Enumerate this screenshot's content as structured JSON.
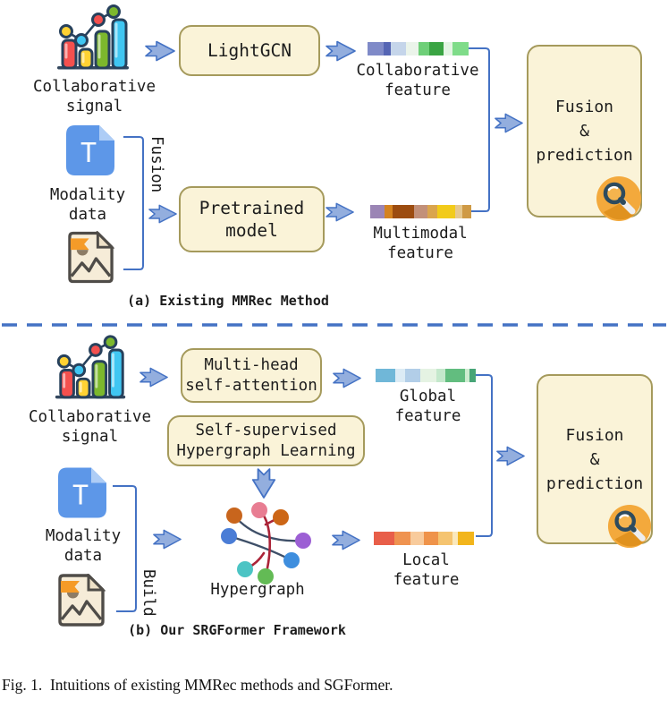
{
  "colors": {
    "box_fill": "#faf3d8",
    "box_border": "#a59a5c",
    "arrow_fill": "#93aede",
    "arrow_stroke": "#4472c4",
    "line_blue": "#4472c4",
    "text": "#1c1c1c"
  },
  "panel_a": {
    "caption": "(a) Existing MMRec Method",
    "collaborative_signal_label": "Collaborative\nsignal",
    "lightgcn_box_label": "LightGCN",
    "collaborative_feature_label": "Collaborative\nfeature",
    "modality_data_label": "Modality\ndata",
    "fusion_bracket_label": "Fusion",
    "pretrained_box_label": "Pretrained\nmodel",
    "multimodal_feature_label": "Multimodal\nfeature",
    "fusion_box_label": "Fusion\n&\nprediction",
    "collaborative_feature_strip": [
      {
        "c": "#7f8ac8",
        "w": 18
      },
      {
        "c": "#5565b4",
        "w": 8
      },
      {
        "c": "#c5d5ea",
        "w": 17
      },
      {
        "c": "#ebf4ea",
        "w": 14
      },
      {
        "c": "#6ecf78",
        "w": 12
      },
      {
        "c": "#3aa443",
        "w": 16
      },
      {
        "c": "#e4f5e4",
        "w": 10
      },
      {
        "c": "#7fdc89",
        "w": 18
      }
    ],
    "multimodal_feature_strip": [
      {
        "c": "#9b85b5",
        "w": 16
      },
      {
        "c": "#d4821f",
        "w": 9
      },
      {
        "c": "#9c4c10",
        "w": 24
      },
      {
        "c": "#c29079",
        "w": 15
      },
      {
        "c": "#daa54e",
        "w": 11
      },
      {
        "c": "#f2cb1a",
        "w": 20
      },
      {
        "c": "#e6c88e",
        "w": 8
      },
      {
        "c": "#cf9a45",
        "w": 10
      }
    ]
  },
  "panel_b": {
    "caption": "(b) Our SRGFormer Framework",
    "collaborative_signal_label": "Collaborative\nsignal",
    "multihead_box_label": "Multi-head\nself-attention",
    "ssl_box_label": "Self-supervised\nHypergraph Learning",
    "global_feature_label": "Global\nfeature",
    "modality_data_label": "Modality\ndata",
    "build_bracket_label": "Build",
    "hypergraph_label": "Hypergraph",
    "local_feature_label": "Local\nfeature",
    "fusion_box_label": "Fusion\n&\nprediction",
    "global_feature_strip": [
      {
        "c": "#70b7d8",
        "w": 22
      },
      {
        "c": "#dcebf5",
        "w": 11
      },
      {
        "c": "#b2cee8",
        "w": 17
      },
      {
        "c": "#e5f3e3",
        "w": 18
      },
      {
        "c": "#c4e8cc",
        "w": 10
      },
      {
        "c": "#62bd7f",
        "w": 22
      },
      {
        "c": "#cdeccf",
        "w": 5
      },
      {
        "c": "#47a577",
        "w": 7
      }
    ],
    "local_feature_strip": [
      {
        "c": "#e85e49",
        "w": 23
      },
      {
        "c": "#ef9350",
        "w": 18
      },
      {
        "c": "#f8cb9c",
        "w": 15
      },
      {
        "c": "#ef934a",
        "w": 16
      },
      {
        "c": "#f5c470",
        "w": 16
      },
      {
        "c": "#fae8bc",
        "w": 6
      },
      {
        "c": "#f2b51c",
        "w": 18
      }
    ],
    "hypergraph_node_colors": [
      "#c8651d",
      "#e87d92",
      "#cc6616",
      "#4a7dd6",
      "#9c5fd4",
      "#3e8ede",
      "#4cc4c4",
      "#63bb55"
    ],
    "hypergraph_edge_colors": {
      "blue": "#3e4f68",
      "red": "#ab2438"
    }
  },
  "figure_caption": "Fig. 1.  Intuitions of existing MMRec methods and SGFormer."
}
